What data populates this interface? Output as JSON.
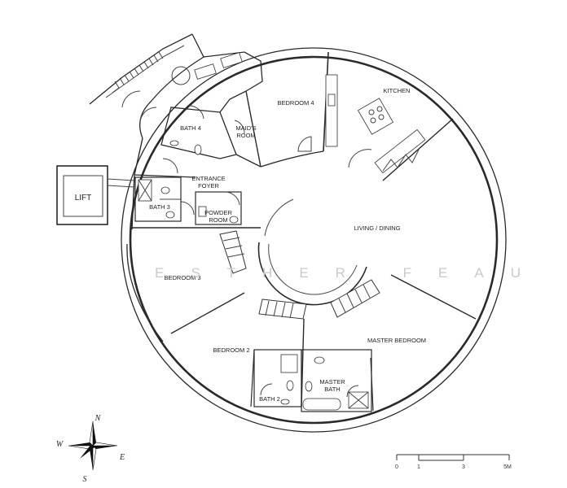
{
  "watermark": "ESTHER FEAU",
  "rooms": {
    "bedroom4": "BEDROOM 4",
    "kitchen": "KITCHEN",
    "bath4": "BATH 4",
    "maids_room_1": "MAID'S",
    "maids_room_2": "ROOM",
    "entrance_1": "ENTRANCE",
    "entrance_2": "FOYER",
    "lift": "LIFT",
    "bath3": "BATH 3",
    "powder_1": "POWDER",
    "powder_2": "ROOM",
    "living_dining": "LIVING / DINING",
    "bedroom3": "BEDROOM 3",
    "bedroom2": "BEDROOM 2",
    "master_bedroom": "MASTER BEDROOM",
    "master_bath_1": "MASTER",
    "master_bath_2": "BATH",
    "bath2": "BATH 2"
  },
  "compass": {
    "n": "N",
    "s": "S",
    "e": "E",
    "w": "W"
  },
  "scale_bar": {
    "labels": [
      "0",
      "1",
      "3",
      "5M"
    ]
  },
  "colors": {
    "ink": "#2a2a2a",
    "background": "#ffffff",
    "watermark": "#c9c9c9"
  }
}
